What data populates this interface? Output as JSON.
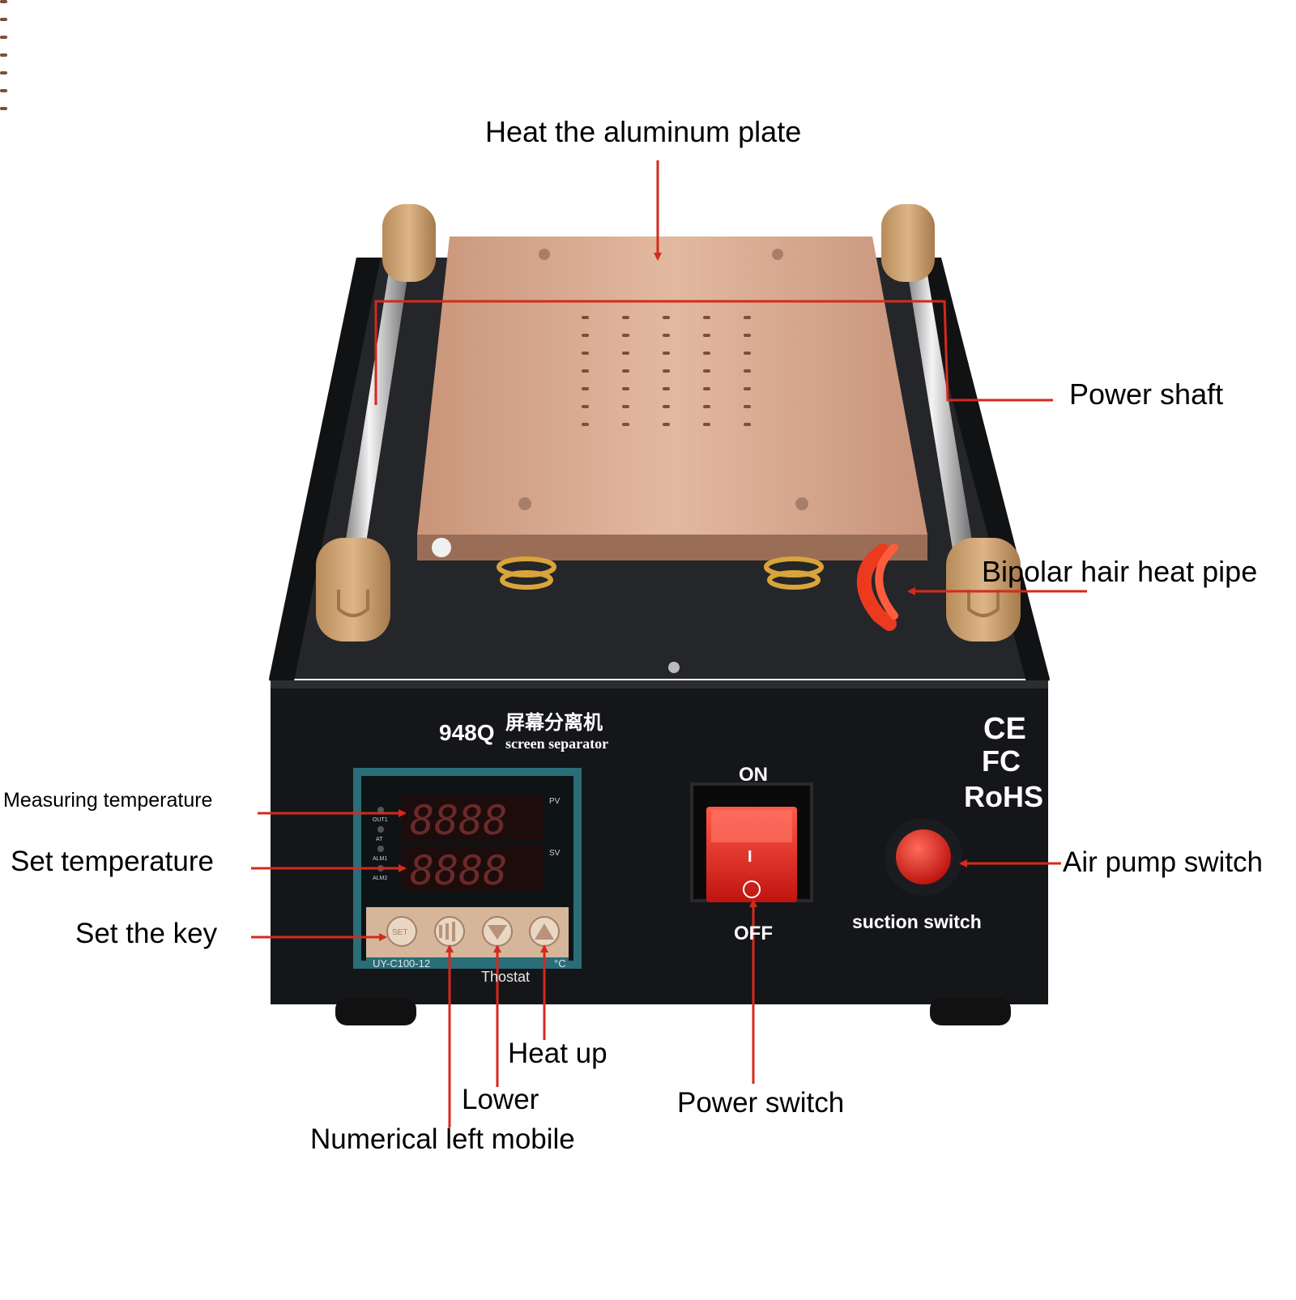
{
  "callouts": {
    "heat_plate": "Heat the aluminum plate",
    "power_shaft": "Power shaft",
    "heat_pipe": "Bipolar hair heat pipe",
    "measuring_temp": "Measuring temperature",
    "set_temp": "Set temperature",
    "set_key": "Set the key",
    "air_pump": "Air pump switch",
    "heat_up": "Heat up",
    "lower": "Lower",
    "numerical_left": "Numerical left mobile",
    "power_switch": "Power switch"
  },
  "device": {
    "model": "948Q",
    "name_cn": "屏幕分离机",
    "name_en": "screen separator",
    "marks": {
      "ce": "CE",
      "fc": "FC",
      "rohs": "RoHS"
    },
    "switch_on": "ON",
    "switch_off": "OFF",
    "switch_i": "I",
    "suction_label": "suction switch",
    "controller": {
      "pv_label": "PV",
      "sv_label": "SV",
      "pv_value": "8888",
      "sv_value": "8888",
      "model": "UY-C100-12",
      "unit": "°C",
      "brand": "Thostat",
      "indicators": [
        "OUT1",
        "AT",
        "ALM1",
        "ALM2"
      ],
      "set_key_label": "SET"
    }
  },
  "colors": {
    "arrow": "#d42a1c",
    "body": "#1a1b1e",
    "plate": "#d7a88e",
    "cap": "#c9a070",
    "switch_red": "#e2201a"
  }
}
